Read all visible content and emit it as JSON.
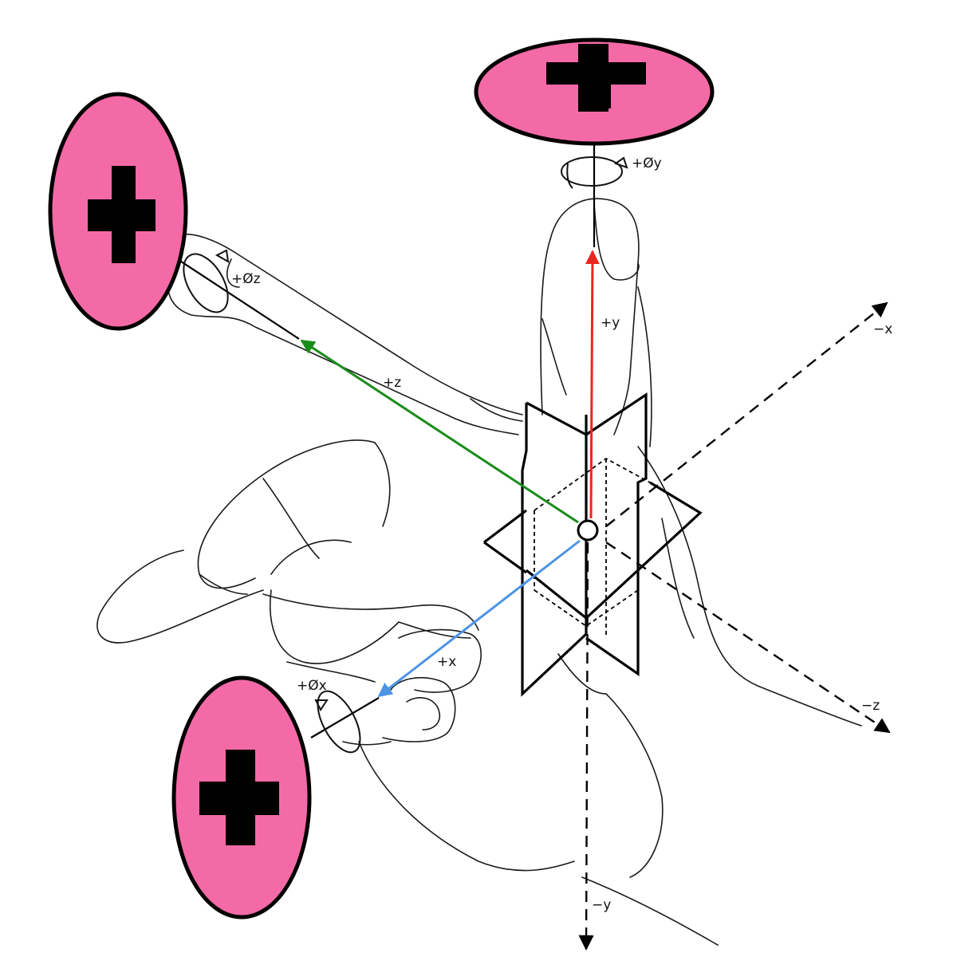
{
  "colors": {
    "disc": "#f46aa6",
    "x_axis": "#4d94e6",
    "y_axis": "#e8281e",
    "z_axis": "#1a8c1a",
    "ink": "#000000"
  },
  "axes": {
    "pos_x": "+x",
    "pos_y": "+y",
    "pos_z": "+z",
    "neg_x": "−x",
    "neg_y": "−y",
    "neg_z": "−z",
    "rot_x": "+Øx",
    "rot_y": "+Øy",
    "rot_z": "+Øz"
  },
  "icons": {
    "disc_symbol": "plus-cross-icon"
  }
}
